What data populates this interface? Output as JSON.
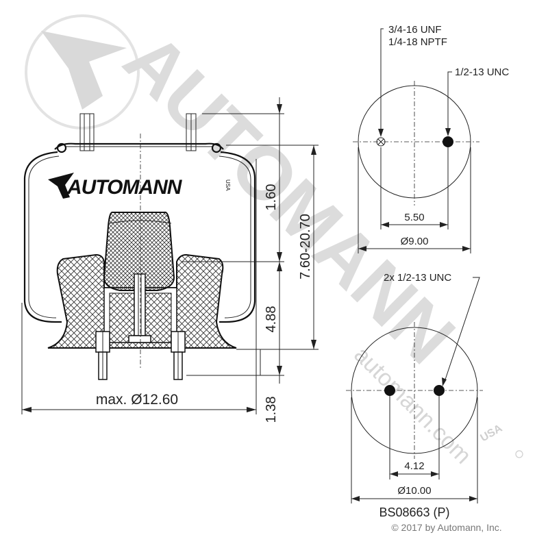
{
  "watermark": {
    "brand": "AUTOMANN",
    "url": "automann.com",
    "suffix": "USA"
  },
  "logo": {
    "brand": "AUTOMANN",
    "suffix": "USA"
  },
  "dimensions": {
    "upper_height": "1.60",
    "stroke_range": "7.60-20.70",
    "lower_height": "4.88",
    "stud_height": "1.38",
    "max_diameter": "max. Ø12.60"
  },
  "top_plate": {
    "callout_1": "3/4-16 UNF",
    "callout_2": "1/4-18 NPTF",
    "callout_3": "1/2-13 UNC",
    "spacing": "5.50",
    "diameter": "Ø9.00"
  },
  "bottom_plate": {
    "callout": "2x 1/2-13 UNC",
    "spacing": "4.12",
    "diameter": "Ø10.00"
  },
  "part_number": "BS08663 (P)",
  "copyright": "© 2017 by Automann, Inc.",
  "colors": {
    "line": "#222222",
    "watermark": "#d9d9d9"
  }
}
